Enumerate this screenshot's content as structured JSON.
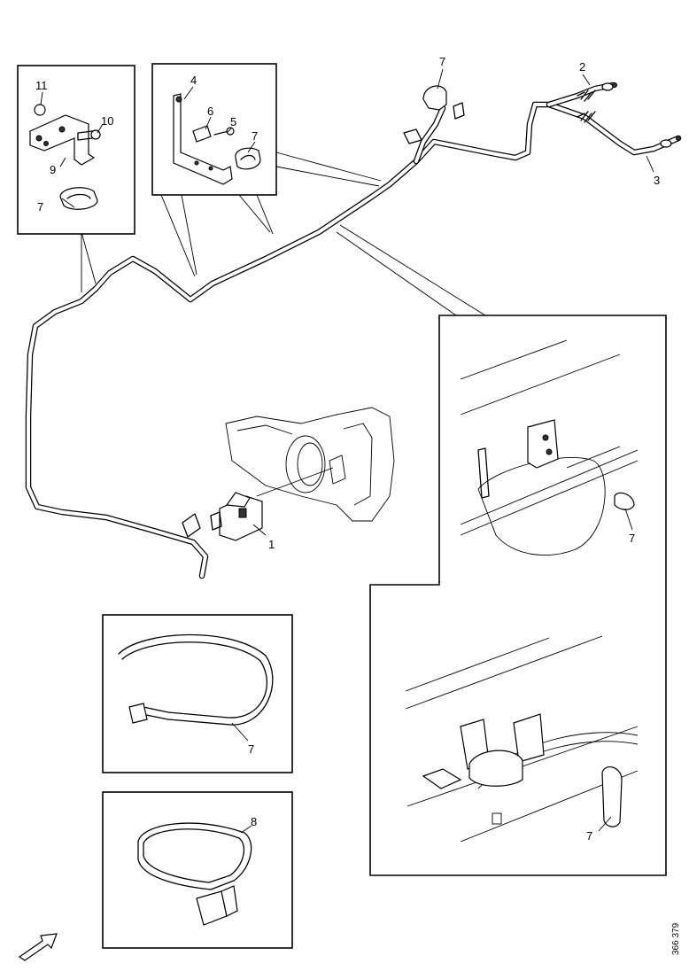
{
  "figure": {
    "reference_number": "366 379"
  },
  "callouts": {
    "part_1": "1",
    "part_2": "2",
    "part_3": "3",
    "part_4": "4",
    "part_5": "5",
    "part_6": "6",
    "part_7_top": "7",
    "part_7_box_a": "7",
    "part_7_box_b": "7",
    "part_7_detail_upper": "7",
    "part_7_detail_lower": "7",
    "part_7_strap": "7",
    "part_8": "8",
    "part_9": "9",
    "part_10": "10",
    "part_11": "11"
  }
}
